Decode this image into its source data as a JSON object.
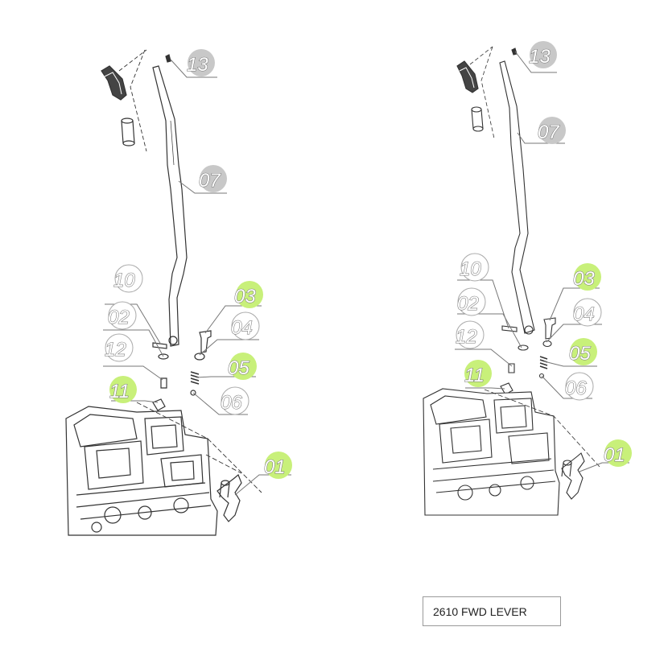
{
  "left_diagram": {
    "callouts": [
      {
        "label": "13",
        "highlight": false
      },
      {
        "label": "07",
        "highlight": false
      },
      {
        "label": "10",
        "highlight": false
      },
      {
        "label": "02",
        "highlight": false
      },
      {
        "label": "12",
        "highlight": false
      },
      {
        "label": "11",
        "highlight": true
      },
      {
        "label": "03",
        "highlight": true
      },
      {
        "label": "04",
        "highlight": false
      },
      {
        "label": "05",
        "highlight": true
      },
      {
        "label": "06",
        "highlight": false
      },
      {
        "label": "01",
        "highlight": true
      }
    ]
  },
  "right_diagram": {
    "callouts": [
      {
        "label": "13",
        "highlight": false
      },
      {
        "label": "07",
        "highlight": false
      },
      {
        "label": "10",
        "highlight": false
      },
      {
        "label": "02",
        "highlight": false
      },
      {
        "label": "12",
        "highlight": false
      },
      {
        "label": "11",
        "highlight": true
      },
      {
        "label": "03",
        "highlight": true
      },
      {
        "label": "04",
        "highlight": false
      },
      {
        "label": "05",
        "highlight": true
      },
      {
        "label": "06",
        "highlight": false
      },
      {
        "label": "01",
        "highlight": true
      }
    ]
  },
  "caption": "2610  FWD LEVER",
  "colors": {
    "highlight": "#c8f07a",
    "bubble": "#c8c8c8",
    "line": "#333333"
  }
}
